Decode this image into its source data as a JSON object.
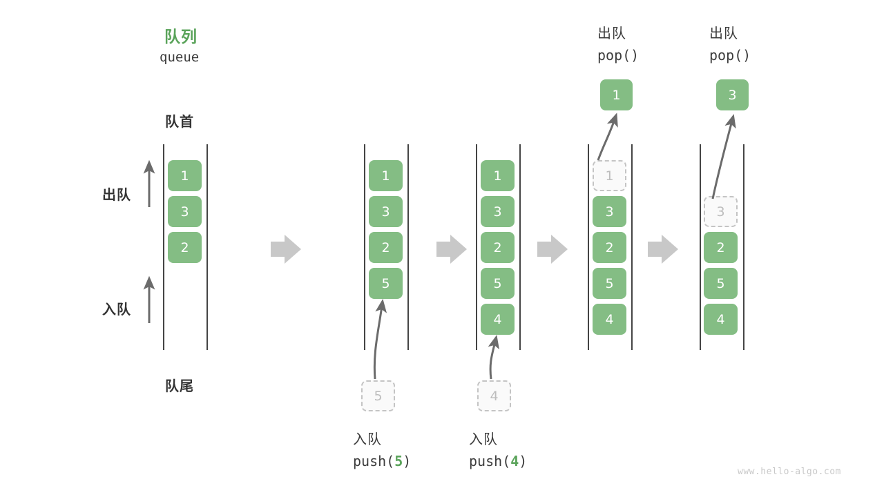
{
  "diagram": {
    "title_cn": "队列",
    "title_en": "queue",
    "front_label": "队首",
    "rear_label": "队尾",
    "dequeue_side_label": "出队",
    "enqueue_side_label": "入队",
    "watermark": "www.hello-algo.com",
    "colors": {
      "accent_green": "#84bd84",
      "title_green": "#5aa35a",
      "rail": "#444444",
      "ghost_border": "#c4c4c4",
      "ghost_text": "#bdbdbd",
      "arrow_gray": "#6b6b6b",
      "step_arrow_gray": "#c8c8c8",
      "text": "#3c3c3c"
    },
    "steps": [
      {
        "id": "step-initial",
        "cells": [
          "1",
          "3",
          "2"
        ],
        "ghost_top": null,
        "ghost_bottom": null,
        "popped": null,
        "op_cn": null,
        "op_code": null
      },
      {
        "id": "step-push-5",
        "cells": [
          "1",
          "3",
          "2",
          "5"
        ],
        "ghost_top": null,
        "ghost_bottom": "5",
        "popped": null,
        "op_cn": "入队",
        "op_code_prefix": "push(",
        "op_code_num": "5",
        "op_code_suffix": ")"
      },
      {
        "id": "step-push-4",
        "cells": [
          "1",
          "3",
          "2",
          "5",
          "4"
        ],
        "ghost_top": null,
        "ghost_bottom": "4",
        "popped": null,
        "op_cn": "入队",
        "op_code_prefix": "push(",
        "op_code_num": "4",
        "op_code_suffix": ")"
      },
      {
        "id": "step-pop-1",
        "cells": [
          "3",
          "2",
          "5",
          "4"
        ],
        "ghost_top": "1",
        "ghost_bottom": null,
        "popped": "1",
        "op_cn": "出队",
        "op_code_prefix": "pop(",
        "op_code_num": "",
        "op_code_suffix": ")"
      },
      {
        "id": "step-pop-3",
        "cells": [
          "2",
          "5",
          "4"
        ],
        "ghost_top": "3",
        "ghost_bottom": null,
        "popped": "3",
        "op_cn": "出队",
        "op_code_prefix": "pop(",
        "op_code_num": "",
        "op_code_suffix": ")"
      }
    ],
    "step_arrows_count": 4
  }
}
